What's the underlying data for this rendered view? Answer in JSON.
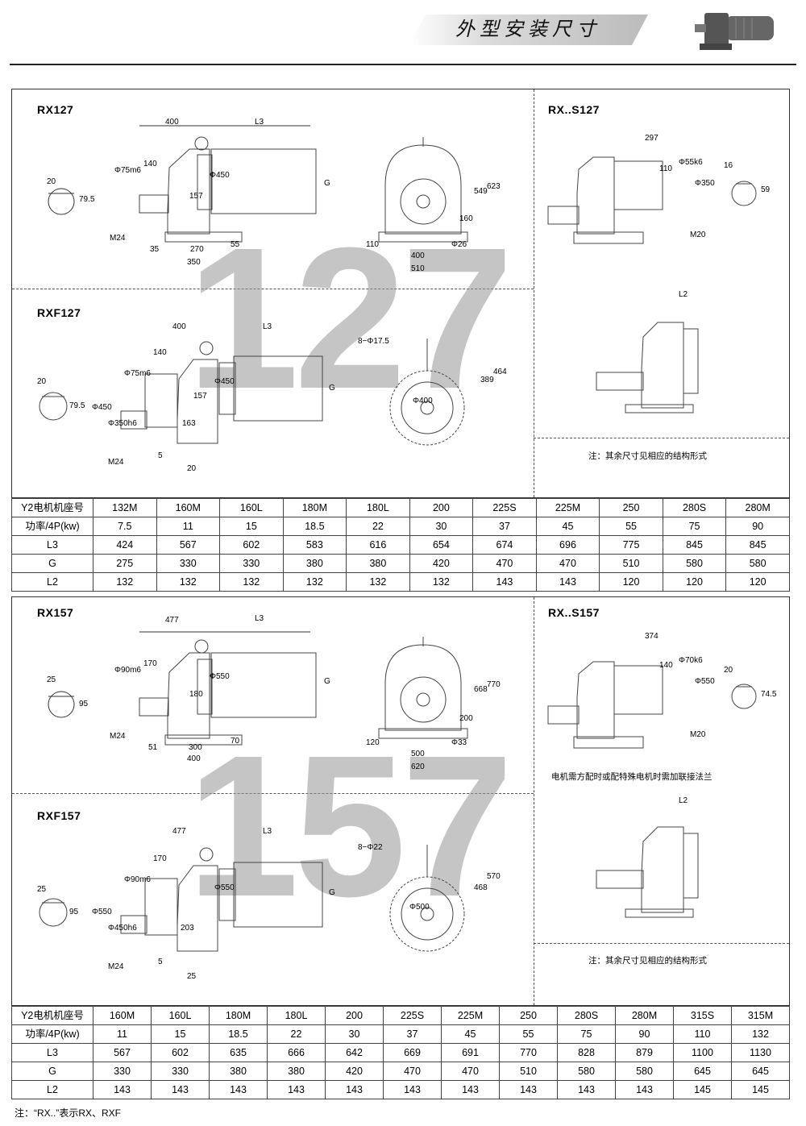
{
  "header": {
    "title": "外型安装尺寸"
  },
  "sec127": {
    "big_number": "127",
    "rx": "RX127",
    "rxs": "RX..S127",
    "rxf": "RXF127",
    "note": "注：其余尺寸见相应的结构形式",
    "dims_rx": {
      "d400": "400",
      "dl3": "L3",
      "d140": "140",
      "d20": "20",
      "d795": "79.5",
      "dphi75": "Φ75m6",
      "d157": "157",
      "dphi450": "Φ450",
      "dG": "G",
      "dm24": "M24",
      "d35": "35",
      "d270": "270",
      "d350": "350",
      "d55": "55"
    },
    "dims_front": {
      "d549": "549",
      "d623": "623",
      "d160": "160",
      "d110": "110",
      "d400": "400",
      "d510": "510",
      "dphi26": "Φ26"
    },
    "dims_rxs": {
      "d297": "297",
      "d110": "110",
      "dphi55": "Φ55k6",
      "dphi350": "Φ350",
      "d16": "16",
      "d59": "59",
      "dm20": "M20",
      "dl2": "L2"
    },
    "dims_rxf": {
      "d400": "400",
      "dl3": "L3",
      "d140": "140",
      "d20": "20",
      "d795": "79.5",
      "dphi450": "Φ450",
      "dphi350h6": "Φ350h6",
      "dphi75": "Φ75m6",
      "d157": "157",
      "dphi450b": "Φ450",
      "dG": "G",
      "d163": "163",
      "dm24": "M24",
      "d5": "5",
      "d20b": "20",
      "d8": "8−Φ17.5",
      "d389": "389",
      "d464": "464",
      "dphi400": "Φ400"
    },
    "table": {
      "rows": [
        {
          "head": "Y2电机机座号",
          "cells": [
            "132M",
            "160M",
            "160L",
            "180M",
            "180L",
            "200",
            "225S",
            "225M",
            "250",
            "280S",
            "280M"
          ]
        },
        {
          "head": "功率/4P(kw)",
          "cells": [
            "7.5",
            "11",
            "15",
            "18.5",
            "22",
            "30",
            "37",
            "45",
            "55",
            "75",
            "90"
          ]
        },
        {
          "head": "L3",
          "cells": [
            "424",
            "567",
            "602",
            "583",
            "616",
            "654",
            "674",
            "696",
            "775",
            "845",
            "845"
          ]
        },
        {
          "head": "G",
          "cells": [
            "275",
            "330",
            "330",
            "380",
            "380",
            "420",
            "470",
            "470",
            "510",
            "580",
            "580"
          ]
        },
        {
          "head": "L2",
          "cells": [
            "132",
            "132",
            "132",
            "132",
            "132",
            "132",
            "143",
            "143",
            "120",
            "120",
            "120"
          ]
        }
      ]
    }
  },
  "sec157": {
    "big_number": "157",
    "rx": "RX157",
    "rxs": "RX..S157",
    "rxf": "RXF157",
    "note": "注：其余尺寸见相应的结构形式",
    "flange_note": "电机需方配时或配特殊电机时需加联接法兰",
    "dims_rx": {
      "d477": "477",
      "dl3": "L3",
      "d170": "170",
      "d25": "25",
      "d95": "95",
      "dphi90": "Φ90m6",
      "d180": "180",
      "dphi550": "Φ550",
      "dG": "G",
      "dm24": "M24",
      "d51": "51",
      "d300": "300",
      "d400": "400",
      "d70": "70"
    },
    "dims_front": {
      "d668": "668",
      "d770": "770",
      "d200": "200",
      "d120": "120",
      "d500": "500",
      "d620": "620",
      "dphi33": "Φ33"
    },
    "dims_rxs": {
      "d374": "374",
      "d140": "140",
      "dphi70": "Φ70k6",
      "dphi550": "Φ550",
      "d20": "20",
      "d745": "74.5",
      "dm20": "M20",
      "dl2": "L2"
    },
    "dims_rxf": {
      "d477": "477",
      "dl3": "L3",
      "d170": "170",
      "d25": "25",
      "d95": "95",
      "dphi550": "Φ550",
      "dphi450h6": "Φ450h6",
      "dphi90": "Φ90m6",
      "d203": "203",
      "dphi550b": "Φ550",
      "dG": "G",
      "dm24": "M24",
      "d5": "5",
      "d25b": "25",
      "d8": "8−Φ22",
      "d468": "468",
      "d570": "570",
      "dphi500": "Φ500"
    },
    "table": {
      "rows": [
        {
          "head": "Y2电机机座号",
          "cells": [
            "160M",
            "160L",
            "180M",
            "180L",
            "200",
            "225S",
            "225M",
            "250",
            "280S",
            "280M",
            "315S",
            "315M"
          ]
        },
        {
          "head": "功率/4P(kw)",
          "cells": [
            "11",
            "15",
            "18.5",
            "22",
            "30",
            "37",
            "45",
            "55",
            "75",
            "90",
            "110",
            "132"
          ]
        },
        {
          "head": "L3",
          "cells": [
            "567",
            "602",
            "635",
            "666",
            "642",
            "669",
            "691",
            "770",
            "828",
            "879",
            "1100",
            "1130"
          ]
        },
        {
          "head": "G",
          "cells": [
            "330",
            "330",
            "380",
            "380",
            "420",
            "470",
            "470",
            "510",
            "580",
            "580",
            "645",
            "645"
          ]
        },
        {
          "head": "L2",
          "cells": [
            "143",
            "143",
            "143",
            "143",
            "143",
            "143",
            "143",
            "143",
            "143",
            "143",
            "145",
            "145"
          ]
        }
      ]
    }
  },
  "footer": {
    "note": "注：“RX..”表示RX、RXF"
  }
}
